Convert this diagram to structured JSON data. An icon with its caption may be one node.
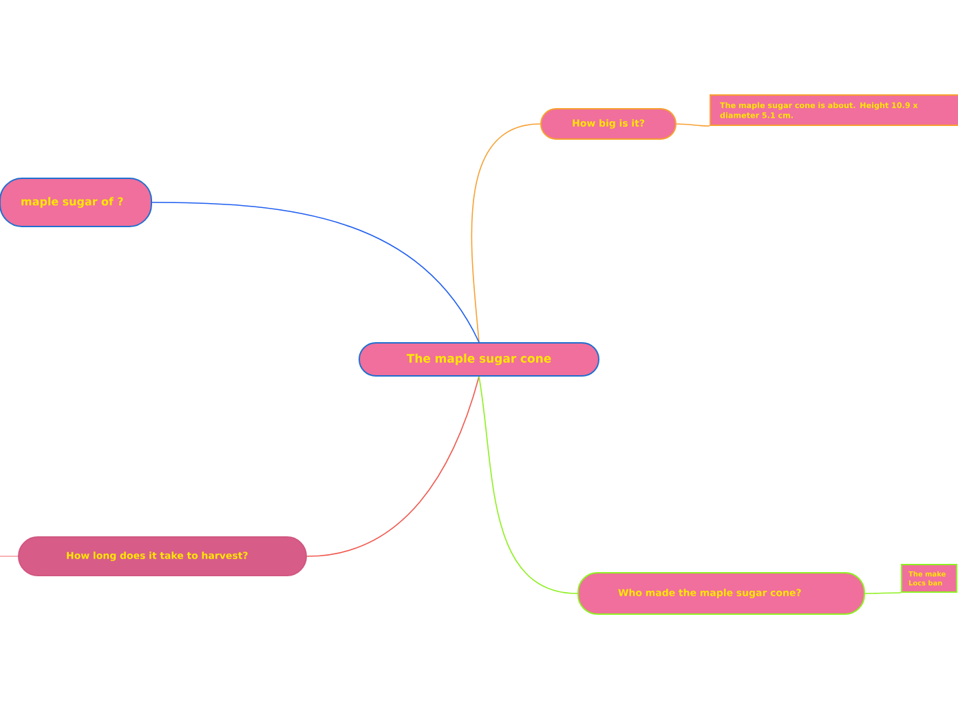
{
  "diagram": {
    "nodes": [
      {
        "text": [
          "The maple sugar cone"
        ]
      },
      {
        "text": [
          "How big is it?"
        ]
      },
      {
        "text": [
          "The maple sugar cone is about. Height 10.9 x diameter 5.1 cm."
        ]
      },
      {
        "text": [
          "maple sugar of ?"
        ]
      },
      {
        "text": [
          "How long does it take to harvest?"
        ]
      },
      {
        "text": [
          "Who made the maple sugar cone?"
        ]
      },
      {
        "text": [
          "The make Locs ban"
        ]
      }
    ],
    "edges": [
      {
        "from": 0,
        "to": 1,
        "arrow": "none",
        "color": "#f7a032"
      },
      {
        "from": 0,
        "to": 3,
        "arrow": "none",
        "color": "#1f5ef0"
      },
      {
        "from": 0,
        "to": 4,
        "arrow": "none",
        "color": "#f05a50"
      },
      {
        "from": 0,
        "to": 5,
        "arrow": "none",
        "color": "#8ef020"
      },
      {
        "from": 1,
        "to": 2,
        "arrow": "none",
        "color": "#f7a032"
      },
      {
        "from": 5,
        "to": 6,
        "arrow": "none",
        "color": "#8ef020"
      },
      {
        "from": null,
        "to": 4,
        "arrow": "none",
        "color": "#f7a0a0"
      }
    ]
  }
}
